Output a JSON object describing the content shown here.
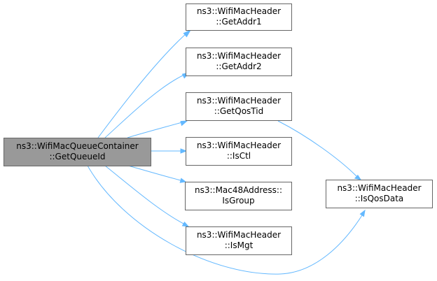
{
  "graph": {
    "colors": {
      "edge": "#63b8ff",
      "root_fill": "#999999",
      "node_fill": "#ffffff",
      "node_border": "#666666"
    },
    "nodes": {
      "root": {
        "line1": "ns3::WifiMacQueueContainer",
        "line2": "::GetQueueId"
      },
      "get_addr1": {
        "line1": "ns3::WifiMacHeader",
        "line2": "::GetAddr1"
      },
      "get_addr2": {
        "line1": "ns3::WifiMacHeader",
        "line2": "::GetAddr2"
      },
      "get_qos_tid": {
        "line1": "ns3::WifiMacHeader",
        "line2": "::GetQosTid"
      },
      "is_ctl": {
        "line1": "ns3::WifiMacHeader",
        "line2": "::IsCtl"
      },
      "is_group": {
        "line1": "ns3::Mac48Address::",
        "line2": "IsGroup"
      },
      "is_mgt": {
        "line1": "ns3::WifiMacHeader",
        "line2": "::IsMgt"
      },
      "is_qos_data": {
        "line1": "ns3::WifiMacHeader",
        "line2": "::IsQosData"
      }
    },
    "edges": [
      {
        "from": "root",
        "to": "get_addr1"
      },
      {
        "from": "root",
        "to": "get_addr2"
      },
      {
        "from": "root",
        "to": "get_qos_tid"
      },
      {
        "from": "root",
        "to": "is_ctl"
      },
      {
        "from": "root",
        "to": "is_group"
      },
      {
        "from": "root",
        "to": "is_mgt"
      },
      {
        "from": "root",
        "to": "is_qos_data"
      },
      {
        "from": "get_qos_tid",
        "to": "is_qos_data"
      }
    ]
  }
}
